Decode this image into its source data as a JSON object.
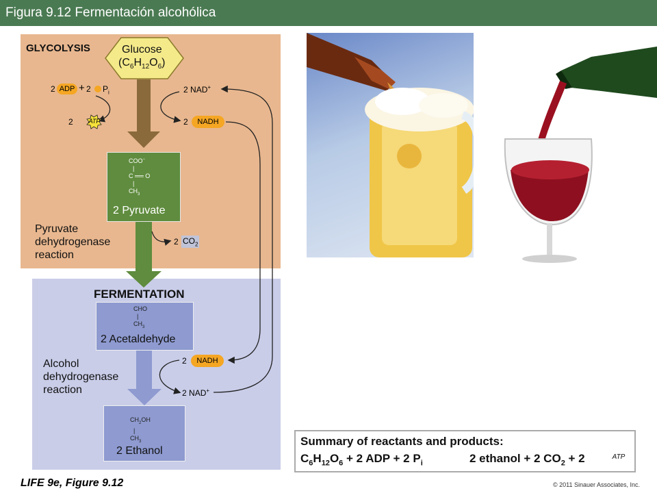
{
  "title": "Figura 9.12  Fermentación alcohólica",
  "glycolysis": {
    "heading": "GLYCOLYSIS",
    "glucose_name": "Glucose",
    "glucose_formula_parts": [
      "(C",
      "6",
      "H",
      "12",
      "O",
      "6",
      ")"
    ],
    "adp_coef": "2",
    "adp_label": "ADP",
    "plus": "+",
    "pi_coef": "2",
    "pi_label": "P",
    "pi_sub": "i",
    "atp_coef": "2",
    "atp_label": "ATP",
    "nad_coef": "2",
    "nad_label": "NAD",
    "nad_sup": "+",
    "nadh_coef": "2",
    "nadh_label": "NADH"
  },
  "pyruvate": {
    "struct_top": "COO",
    "struct_top_sup": "−",
    "struct_c": "C",
    "struct_o": "O",
    "struct_ch3": "CH",
    "struct_ch3_sub": "3",
    "name": "2 Pyruvate"
  },
  "pdh": {
    "label_lines": [
      "Pyruvate",
      "dehydrogenase",
      "reaction"
    ],
    "co2_coef": "2",
    "co2_label": "CO",
    "co2_sub": "2"
  },
  "fermentation": {
    "heading": "FERMENTATION",
    "acetaldehyde_struct_top": "CHO",
    "acetaldehyde_struct_ch3": "CH",
    "acetaldehyde_struct_ch3_sub": "3",
    "acetaldehyde_name": "2 Acetaldehyde",
    "adh_label_lines": [
      "Alcohol",
      "dehydrogenase",
      "reaction"
    ],
    "nadh_coef": "2",
    "nadh_label": "NADH",
    "nad_coef": "2",
    "nad_label": "NAD",
    "nad_sup": "+",
    "ethanol_struct_top": "CH",
    "ethanol_struct_top_sub": "2",
    "ethanol_struct_top_rest": "OH",
    "ethanol_struct_ch3": "CH",
    "ethanol_struct_ch3_sub": "3",
    "ethanol_name": "2 Ethanol"
  },
  "summary": {
    "heading": "Summary of reactants and products:",
    "eq_left": "C",
    "eq_parts": [
      "6",
      "H",
      "12",
      "O",
      "6",
      " + 2 ADP + 2 P",
      "i"
    ],
    "eq_right": "2 ethanol + 2 CO",
    "eq_right_sub": "2",
    "eq_right_tail": " + 2",
    "atp_label": "ATP"
  },
  "footer": {
    "source": "LIFE 9e, Figure 9.12",
    "copyright": "© 2011 Sinauer Associates, Inc."
  },
  "photos": {
    "beer": "beer-photo",
    "wine": "wine-photo"
  },
  "colors": {
    "title_bar": "#4a7a52",
    "glycolysis_bg": "#e8b78f",
    "fermentation_bg": "#c9cde8",
    "pyruvate_box": "#5f8c3e",
    "fermentation_box": "#8e9ad0",
    "nadh_pill": "#f5a623",
    "atp_star": "#f7e23a"
  }
}
